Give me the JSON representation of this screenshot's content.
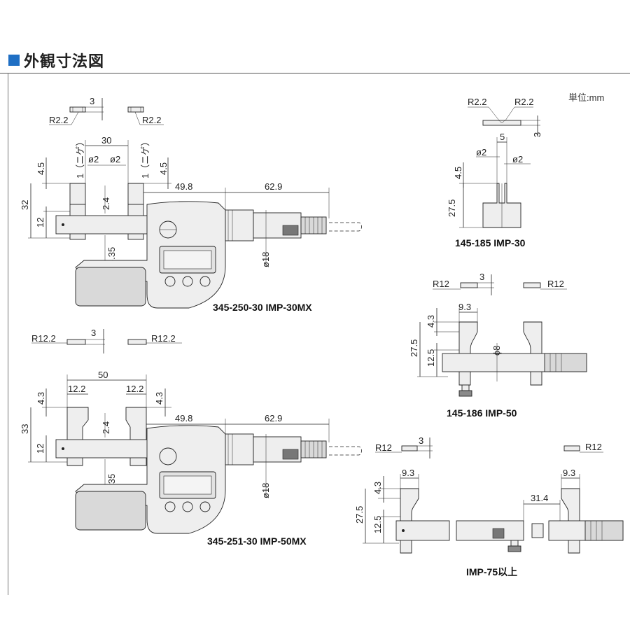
{
  "header": {
    "title": "外観寸法図"
  },
  "unit_label": "単位:mm",
  "captions": {
    "m1": "345-250-30  IMP-30MX",
    "m2": "345-251-30  IMP-50MX",
    "r1": "145-185  IMP-30",
    "r2": "145-186  IMP-50",
    "r3": "IMP-75以上"
  },
  "dims": {
    "m1": {
      "t3": "3",
      "r_left": "R2.2",
      "r_right": "R2.2",
      "w30": "30",
      "d2a": "ø2",
      "d2b": "ø2",
      "nige_a": "1（ニゲ）",
      "nige_b": "1（ニゲ）",
      "h45a": "4.5",
      "h45b": "4.5",
      "h32": "32",
      "h12": "12",
      "d24": "2.4",
      "l498": "49.8",
      "l629": "62.9",
      "d635": "ø6.35",
      "d18": "ø18"
    },
    "m2": {
      "t3": "3",
      "r_left": "R12.2",
      "r_right": "R12.2",
      "w50": "50",
      "w122a": "12.2",
      "w122b": "12.2",
      "h43a": "4.3",
      "h43b": "4.3",
      "h33": "33",
      "h12": "12",
      "d24": "2.4",
      "l498": "49.8",
      "l629": "62.9",
      "d635": "ø6.35",
      "d18": "ø18"
    },
    "r1": {
      "r_left": "R2.2",
      "r_right": "R2.2",
      "t3": "3",
      "w5": "5",
      "d2a": "ø2",
      "d2b": "ø2",
      "h45": "4.5",
      "h275": "27.5"
    },
    "r2": {
      "r_left": "R12",
      "r_right": "R12",
      "t3": "3",
      "w93": "9.3",
      "h43": "4.3",
      "h275": "27.5",
      "h125": "12.5",
      "d8": "ϕ8"
    },
    "r3": {
      "r_left": "R12",
      "r_right": "R12",
      "t3": "3",
      "w93a": "9.3",
      "w93b": "9.3",
      "h43": "4.3",
      "h275": "27.5",
      "h125": "12.5",
      "l314": "31.4"
    }
  },
  "colors": {
    "accent": "#1f6fc4",
    "line": "#222222",
    "fill": "#eeeeee"
  }
}
